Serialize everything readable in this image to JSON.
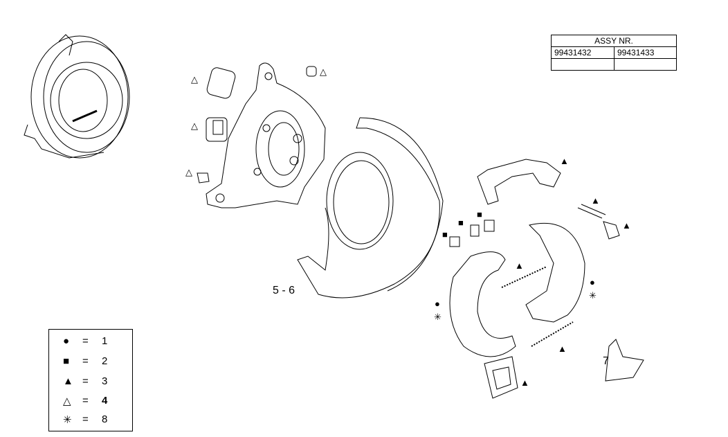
{
  "assy_table": {
    "header": "ASSY NR.",
    "numbers": [
      "99431432",
      "99431433"
    ]
  },
  "part_labels": {
    "backing_plate_cover": "5 - 6",
    "bracket": "7"
  },
  "legend": [
    {
      "symbol": "●",
      "icon": "filled-circle",
      "eq": "=",
      "value": "1"
    },
    {
      "symbol": "■",
      "icon": "filled-square",
      "eq": "=",
      "value": "2"
    },
    {
      "symbol": "▲",
      "icon": "filled-triangle",
      "eq": "=",
      "value": "3"
    },
    {
      "symbol": "△",
      "icon": "hollow-triangle",
      "eq": "=",
      "value": "4"
    },
    {
      "symbol": "✳",
      "icon": "asterisk",
      "eq": "=",
      "value": "8"
    }
  ],
  "markers": {
    "circle": "●",
    "square": "■",
    "filled_triangle": "▲",
    "hollow_triangle": "△",
    "asterisk": "✳"
  }
}
